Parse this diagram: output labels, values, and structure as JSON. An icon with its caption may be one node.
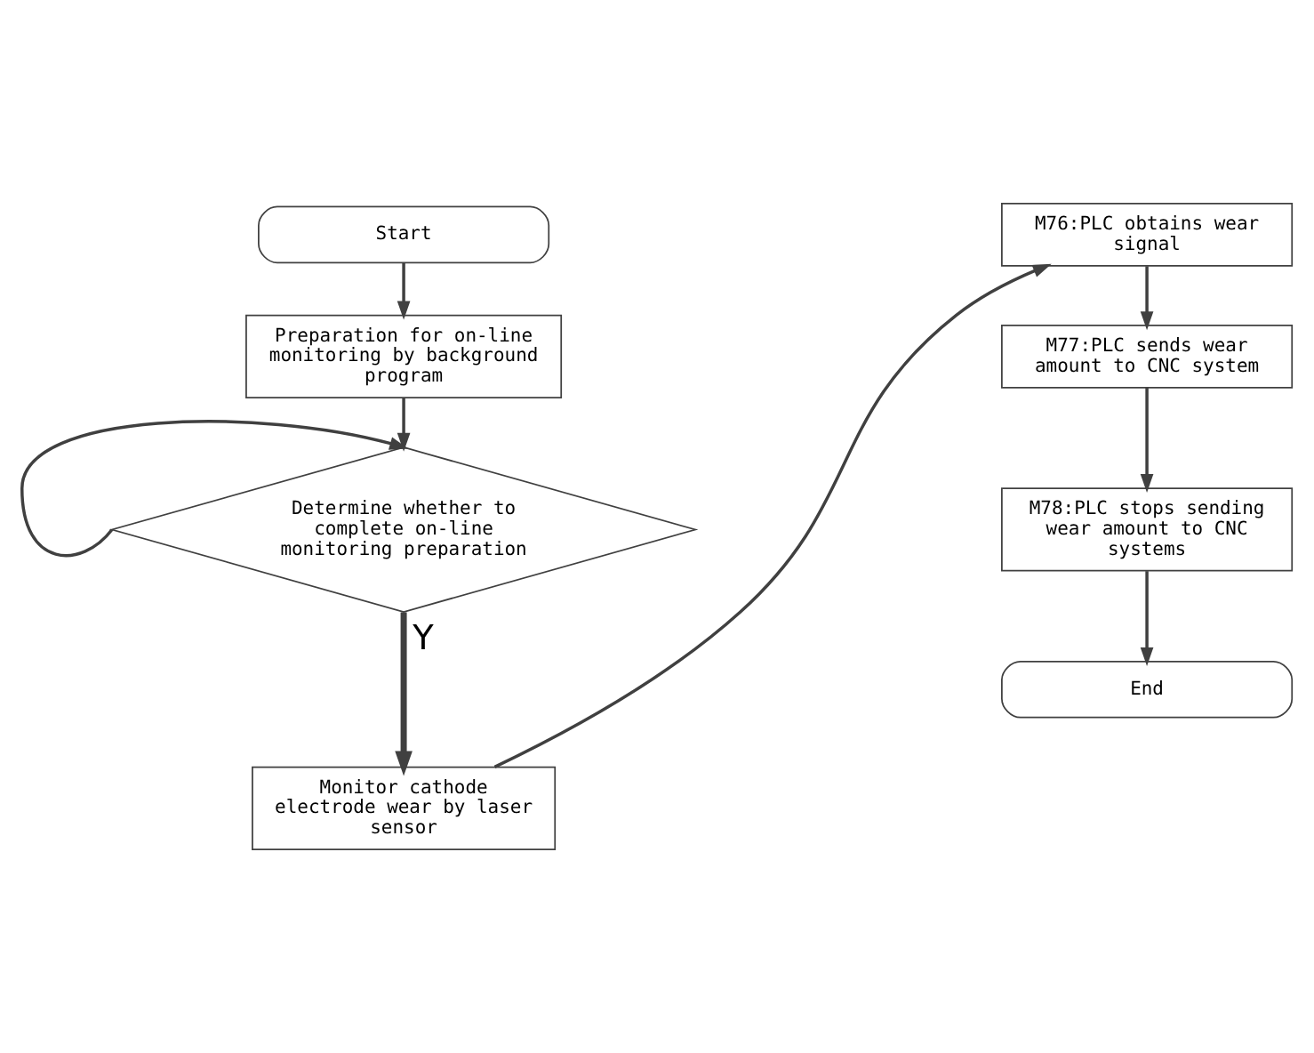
{
  "diagram": {
    "nodes": [
      {
        "text": [
          "Start"
        ]
      },
      {
        "text": [
          "Preparation for on-line monitoring by background program"
        ]
      },
      {
        "text": [
          "Determine whether to complete on-line monitoring preparation"
        ]
      },
      {
        "text": [
          "Monitor cathode electrode wear by laser sensor"
        ]
      },
      {
        "text": [
          "M76:PLC obtains wear signal"
        ]
      },
      {
        "text": [
          "M77:PLC sends wear amount to CNC system"
        ]
      },
      {
        "text": [
          "M78:PLC stops sending wear amount to CNC systems"
        ]
      },
      {
        "text": [
          "End"
        ]
      }
    ],
    "edges": [
      {
        "from": 0,
        "to": 1,
        "arrow": "to"
      },
      {
        "from": 1,
        "to": 2,
        "arrow": "to"
      },
      {
        "from": 2,
        "to": 2,
        "arrow": "to"
      },
      {
        "from": 2,
        "to": 3,
        "arrow": "to",
        "label": "Y",
        "style": "thick"
      },
      {
        "from": 3,
        "to": 4,
        "arrow": "to"
      },
      {
        "from": 4,
        "to": 5,
        "arrow": "to"
      },
      {
        "from": 5,
        "to": 6,
        "arrow": "to"
      },
      {
        "from": 6,
        "to": 7,
        "arrow": "to"
      }
    ]
  }
}
